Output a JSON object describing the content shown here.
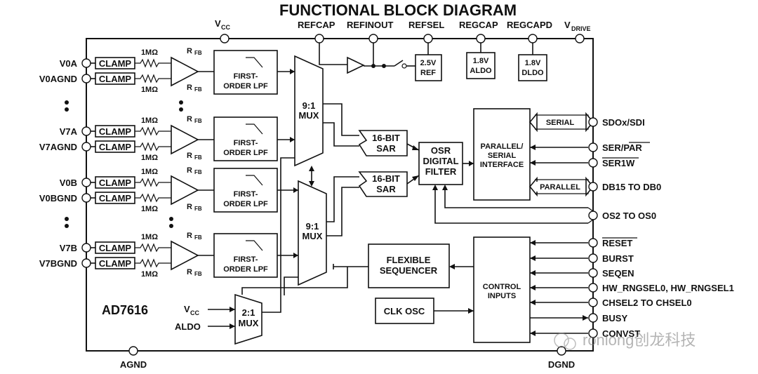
{
  "title": "FUNCTIONAL BLOCK DIAGRAM",
  "device": "AD7616",
  "top_pins": [
    "V",
    "CC",
    "REFCAP",
    "REFINOUT",
    "REFSEL",
    "REGCAP",
    "REGCAPD",
    "V",
    "DRIVE"
  ],
  "left_pins": [
    "V0A",
    "V0AGND",
    "V7A",
    "V7AGND",
    "V0B",
    "V0BGND",
    "V7B",
    "V7BGND"
  ],
  "right_pins": [
    "SDOx/SDI",
    "SER/PAR",
    "SER1W",
    "DB15 TO DB0",
    "OS2 TO OS0",
    "RESET",
    "BURST",
    "SEQEN",
    "HW_RNGSEL0, HW_RNGSEL1",
    "CHSEL2 TO CHSEL0",
    "BUSY",
    "CONVST"
  ],
  "bottom_pins": [
    "AGND",
    "DGND"
  ],
  "clamp": "CLAMP",
  "resistor": "1MΩ",
  "rfb": [
    "R",
    "FB"
  ],
  "lpf": [
    "FIRST-",
    "ORDER LPF"
  ],
  "mux": [
    "9:1",
    "MUX"
  ],
  "mux21": [
    "2:1",
    "MUX"
  ],
  "mux21_inputs": [
    "V",
    "CC",
    "ALDO"
  ],
  "sar": [
    "16-BIT",
    "SAR"
  ],
  "osr": [
    "OSR",
    "DIGITAL",
    "FILTER"
  ],
  "interface": [
    "PARALLEL/",
    "SERIAL",
    "INTERFACE"
  ],
  "serial_label": "SERIAL",
  "parallel_label": "PARALLEL",
  "ref": [
    "2.5V",
    "REF"
  ],
  "aldo": [
    "1.8V",
    "ALDO"
  ],
  "dldo": [
    "1.8V",
    "DLDO"
  ],
  "sequencer": [
    "FLEXIBLE",
    "SEQUENCER"
  ],
  "control": [
    "CONTROL",
    "INPUTS"
  ],
  "clk": "CLK OSC",
  "watermark": "ronlong创龙科技"
}
